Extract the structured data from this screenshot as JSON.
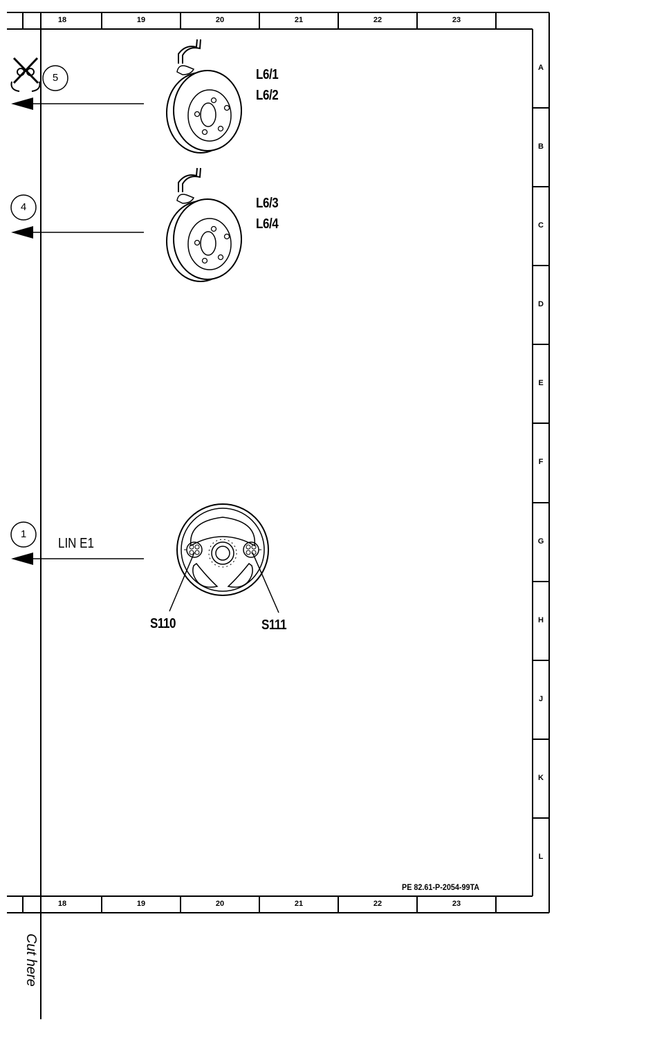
{
  "grid": {
    "columns": [
      "18",
      "19",
      "20",
      "21",
      "22",
      "23"
    ],
    "rows": [
      "A",
      "B",
      "C",
      "D",
      "E",
      "F",
      "G",
      "H",
      "J",
      "K",
      "L"
    ]
  },
  "components": [
    {
      "id": "brake-disc-front",
      "labels": [
        "L6/1",
        "L6/2"
      ],
      "connector": "5"
    },
    {
      "id": "brake-disc-rear",
      "labels": [
        "L6/3",
        "L6/4"
      ],
      "connector": "4"
    },
    {
      "id": "steering-wheel",
      "line_label": "LIN E1",
      "connector": "1",
      "switches": [
        "S110",
        "S111"
      ]
    }
  ],
  "reference_code": "PE 82.61-P-2054-99TA",
  "cut_label": "Cut here",
  "icons": [
    "scissors-icon",
    "arrow-left-icon",
    "brake-disc-icon",
    "steering-wheel-icon"
  ]
}
